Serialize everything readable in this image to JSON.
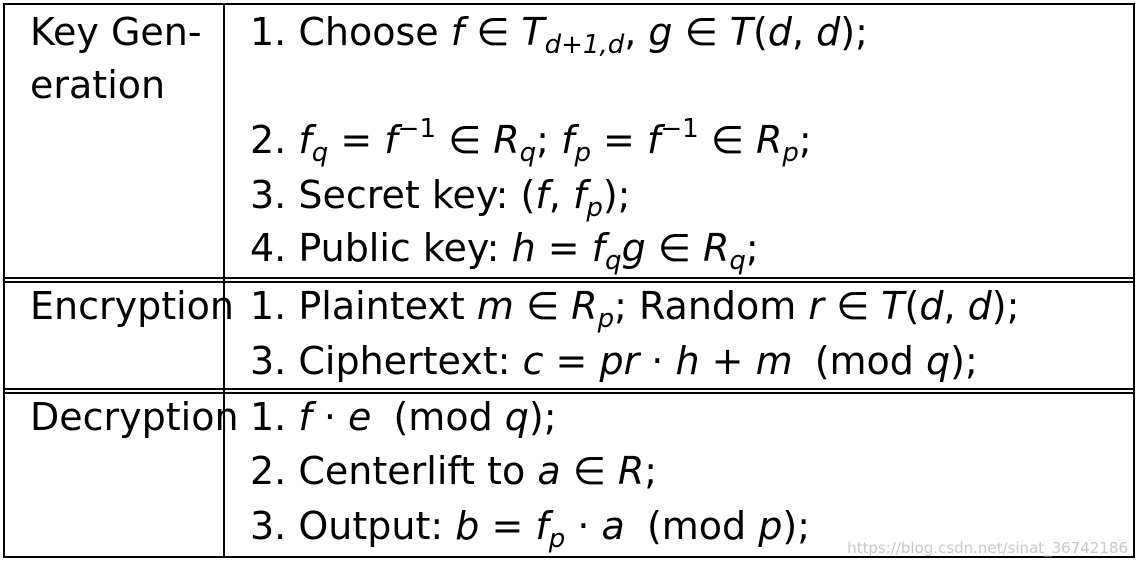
{
  "sections": [
    {
      "label_line1": "Key Gen-",
      "label_line2": "eration"
    },
    {
      "label": "Encryption"
    },
    {
      "label": "Decryption"
    }
  ],
  "keygen": {
    "s1_num": "1.",
    "s1_text": "Choose",
    "s2_num": "2.",
    "s3_num": "3.",
    "s3_text": "Secret key:",
    "s4_num": "4.",
    "s4_text": "Public key:"
  },
  "enc": {
    "s1_num": "1.",
    "s1_text": "Plaintext",
    "s1_text2": "Random",
    "s3_num": "3.",
    "s3_text": "Ciphertext:",
    "mod": "(mod"
  },
  "dec": {
    "s1_num": "1.",
    "mod": "(mod",
    "s2_num": "2.",
    "s2_text": "Centerlift to",
    "s3_num": "3.",
    "s3_text": "Output:"
  },
  "watermark": "https://blog.csdn.net/sinat_36742186"
}
